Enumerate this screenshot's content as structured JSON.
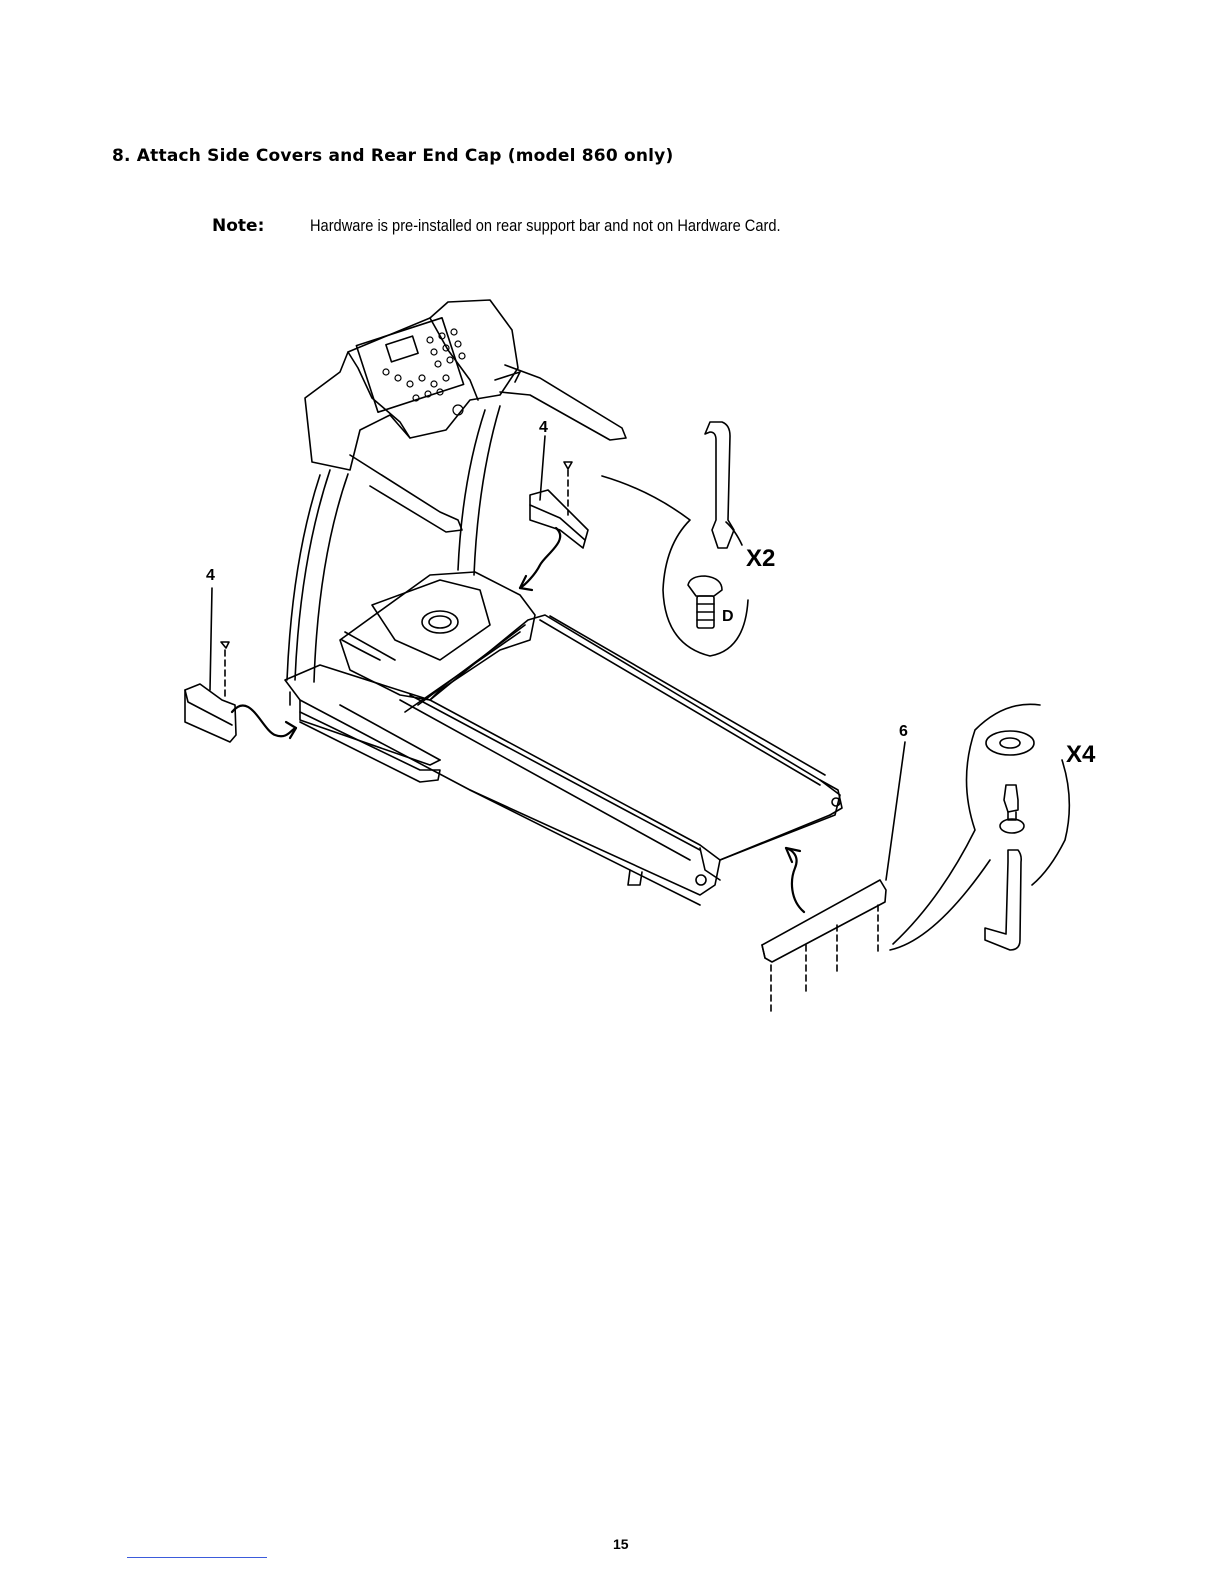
{
  "step": {
    "heading": "8.  Attach Side Covers and Rear End Cap (model 860 only)"
  },
  "note": {
    "label": "Note:",
    "text": "Hardware is pre-installed on rear support bar and not on Hardware Card."
  },
  "illustration": {
    "callouts": {
      "side_cover_left": "4",
      "side_cover_right": "4",
      "rear_end_cap": "6"
    },
    "hardware_top": {
      "quantity": "X2",
      "part_letter": "D"
    },
    "hardware_bottom": {
      "quantity": "X4"
    }
  },
  "footer": {
    "page_number": "15"
  }
}
